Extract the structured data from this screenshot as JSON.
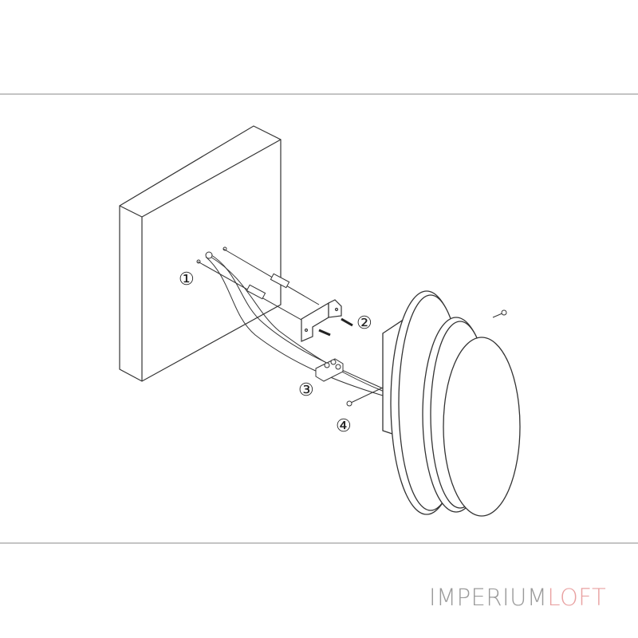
{
  "diagram": {
    "callouts": [
      "①",
      "②",
      "③",
      "④"
    ],
    "parts": [
      "wall",
      "wires",
      "mounting-bracket",
      "screws",
      "terminal-block",
      "screw",
      "wall-lamp"
    ]
  },
  "logo": {
    "part1": "IMPERIUM",
    "part2": "LOFT",
    "colors": {
      "part1": "#9a9a9a",
      "part2": "#e9a2a2"
    }
  }
}
